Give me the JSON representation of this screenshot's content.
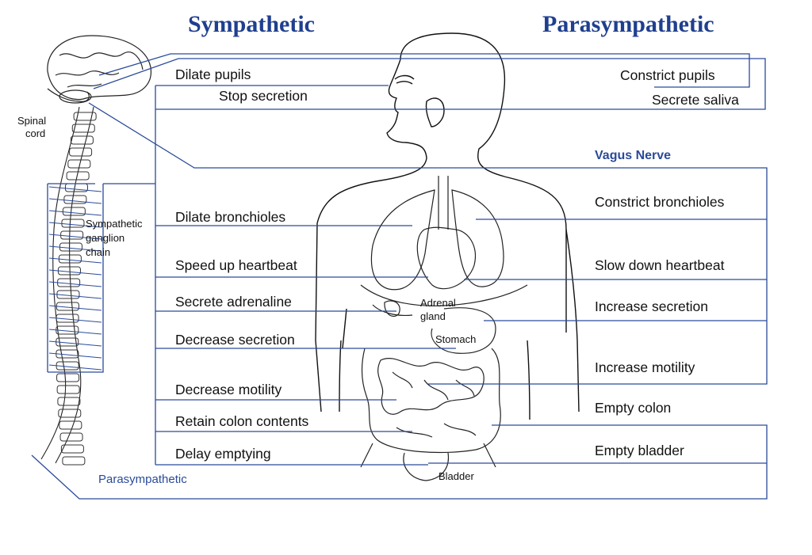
{
  "headings": {
    "sympathetic": "Sympathetic",
    "parasympathetic": "Parasympathetic"
  },
  "left_labels": {
    "spinal_cord_1": "Spinal",
    "spinal_cord_2": "cord",
    "ganglion_1": "Sympathetic",
    "ganglion_2": "ganglion",
    "ganglion_3": "chain",
    "parasympathetic_foot": "Parasympathetic"
  },
  "sympathetic_effects": [
    "Dilate pupils",
    "Stop secretion",
    "Dilate bronchioles",
    "Speed up heartbeat",
    "Secrete adrenaline",
    "Decrease secretion",
    "Decrease motility",
    "Retain colon contents",
    "Delay emptying"
  ],
  "parasympathetic_effects": [
    "Constrict pupils",
    "Secrete saliva",
    "Constrict bronchioles",
    "Slow down heartbeat",
    "Increase secretion",
    "Increase motility",
    "Empty colon",
    "Empty bladder"
  ],
  "vagus_nerve": "Vagus Nerve",
  "organ_labels": {
    "adrenal_1": "Adrenal",
    "adrenal_2": "gland",
    "stomach": "Stomach",
    "bladder": "Bladder"
  },
  "colors": {
    "heading": "#1f3f8f",
    "nerve_line": "#2a4a9a",
    "ink": "#111111"
  }
}
